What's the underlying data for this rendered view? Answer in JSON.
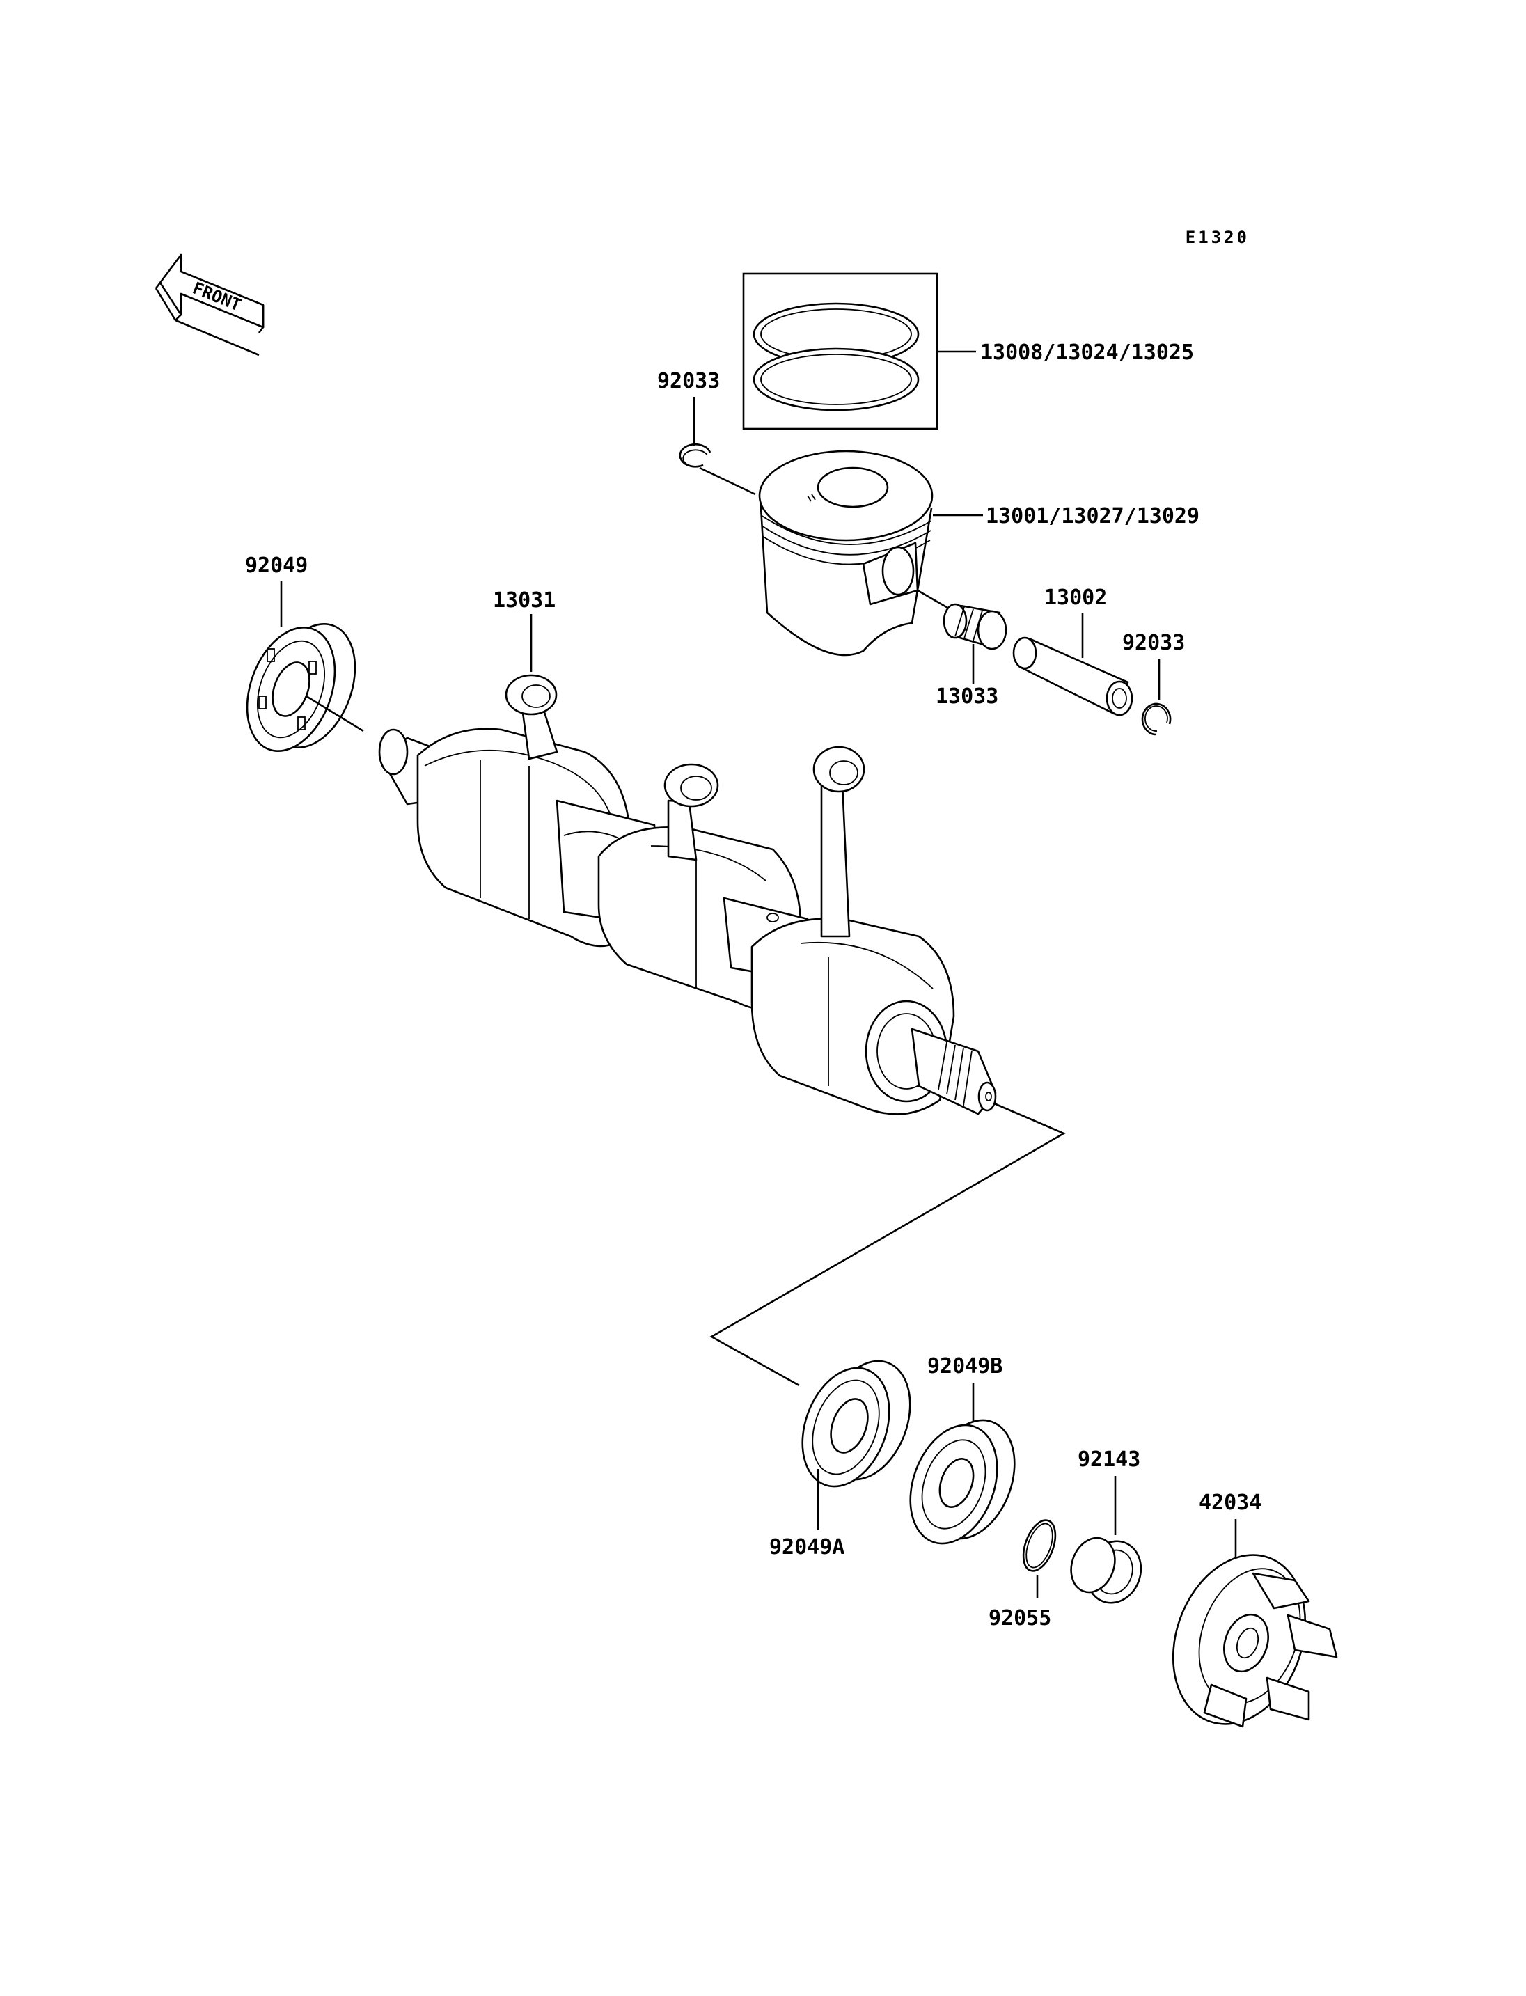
{
  "diagram_code": "E1320",
  "front_indicator": "FRONT",
  "labels": {
    "rings": "13008/13024/13025",
    "piston": "13001/13027/13029",
    "clip_left": "92033",
    "clip_right": "92033",
    "pin": "13002",
    "needle_bearing": "13033",
    "conrod": "13031",
    "seal_left": "92049",
    "seal_92049a": "92049A",
    "seal_92049b": "92049B",
    "snap_ring": "92055",
    "collar": "92143",
    "coupling": "42034"
  },
  "colors": {
    "line": "#000000",
    "background": "#ffffff"
  }
}
